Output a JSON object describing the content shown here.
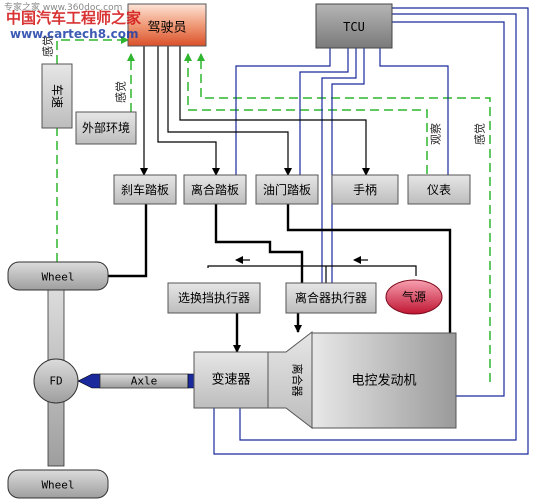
{
  "watermark": {
    "line1": "中国汽车工程师之家",
    "line2": "www.cartech8.com",
    "line3": "专家之家 www.360doc.com"
  },
  "blocks": {
    "driver": "驾驶员",
    "tcu": "TCU",
    "vehicle_speed": "车速",
    "environment": "外部环境",
    "brake_pedal": "刹车踏板",
    "clutch_pedal": "离合踏板",
    "throttle_pedal": "油门踏板",
    "handle": "手柄",
    "instrument": "仪表",
    "shift_actuator": "选换挡执行器",
    "clutch_actuator": "离合器执行器",
    "air_source": "气源",
    "gearbox": "变速器",
    "clutch": "离合器",
    "engine": "电控发动机",
    "wheel_top": "Wheel",
    "wheel_bottom": "Wheel",
    "fd": "FD",
    "axle": "Axle"
  },
  "edge_labels": {
    "perceive_left": "感觉",
    "perceive_env": "感觉",
    "observe": "观察",
    "perceive_right": "感觉"
  },
  "colors": {
    "driver_fill_top": "#fde4d8",
    "driver_fill_bottom": "#e0633a",
    "tcu_fill": "#8c8c8c",
    "block_fill": "#d2d2d2",
    "air_source_fill": "#d22040",
    "sense_line": "#2fb52f",
    "signal_line": "#1a2a9c",
    "mech_line": "#000000",
    "wm_red": "#d41c1c",
    "wm_blue": "#1c3fa8"
  }
}
